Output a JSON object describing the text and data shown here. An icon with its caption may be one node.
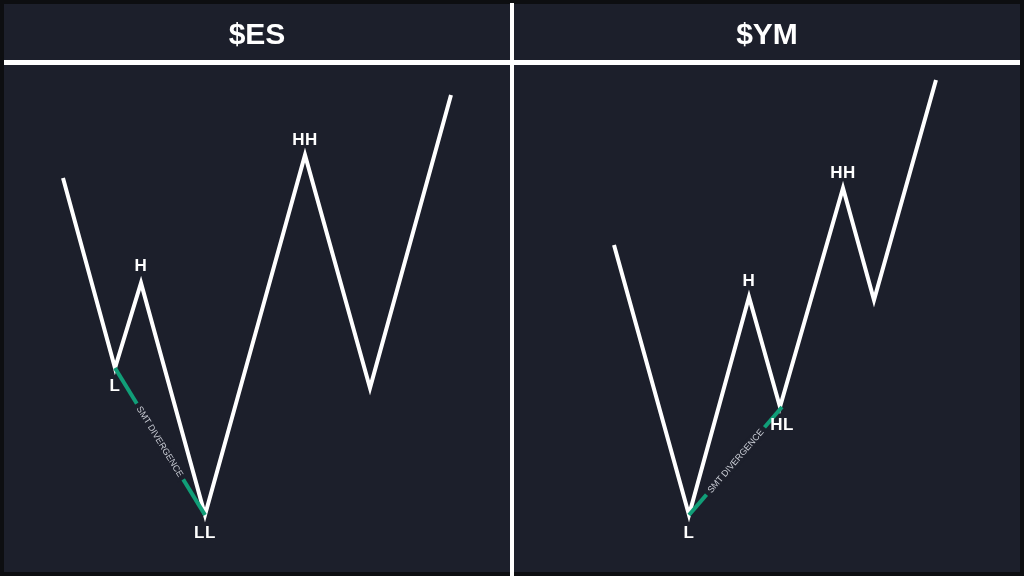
{
  "diagram": {
    "nodes": [
      {
        "text": [
          "$ES"
        ]
      },
      {
        "text": [
          "L"
        ],
        "in": 0
      },
      {
        "text": [
          "LL"
        ],
        "in": 0
      },
      {
        "text": [
          "$YM"
        ]
      },
      {
        "text": [
          "L"
        ],
        "in": 3
      },
      {
        "text": [
          "HL"
        ],
        "in": 3
      }
    ],
    "edges": [
      {
        "from": 1,
        "to": 2,
        "arrow": "none",
        "label": "SMT DIVERGENCE"
      },
      {
        "from": 4,
        "to": 5,
        "arrow": "none",
        "label": "SMT DIVERGENCE"
      }
    ],
    "labels": [
      "H",
      "HH",
      "H",
      "HH"
    ]
  }
}
